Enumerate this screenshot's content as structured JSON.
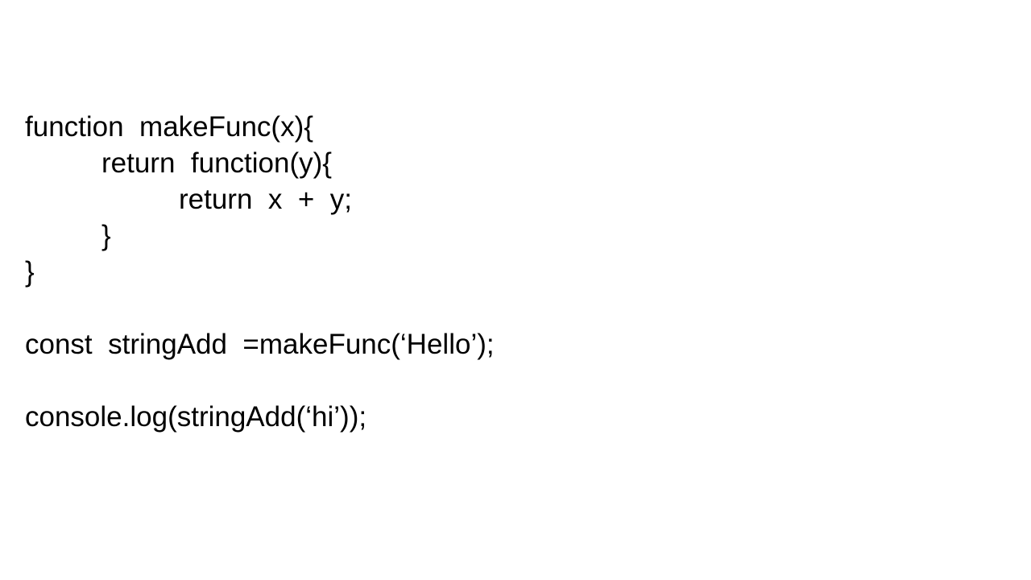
{
  "slide": {
    "code_lines": [
      "function  makeFunc(x){",
      "return  function(y){",
      "return  x  +  y;",
      "}",
      "}",
      "",
      "const  stringAdd  =makeFunc(‘Hello’);",
      "",
      "console.log(stringAdd(‘hi’));"
    ]
  }
}
